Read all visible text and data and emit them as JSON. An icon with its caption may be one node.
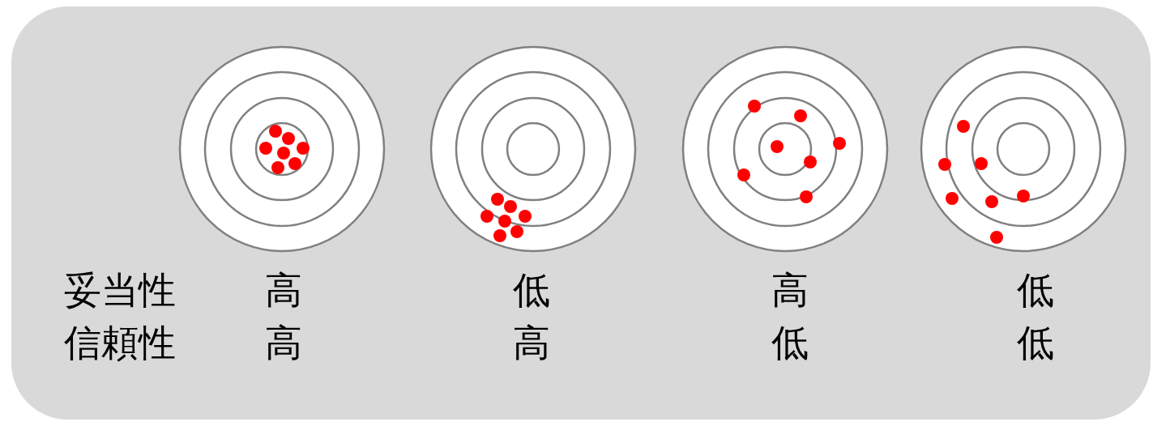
{
  "diagram": {
    "labels": [
      "妥当性",
      "高",
      "低",
      "高",
      "低",
      "信頼性",
      "高",
      "高",
      "低",
      "低"
    ]
  }
}
